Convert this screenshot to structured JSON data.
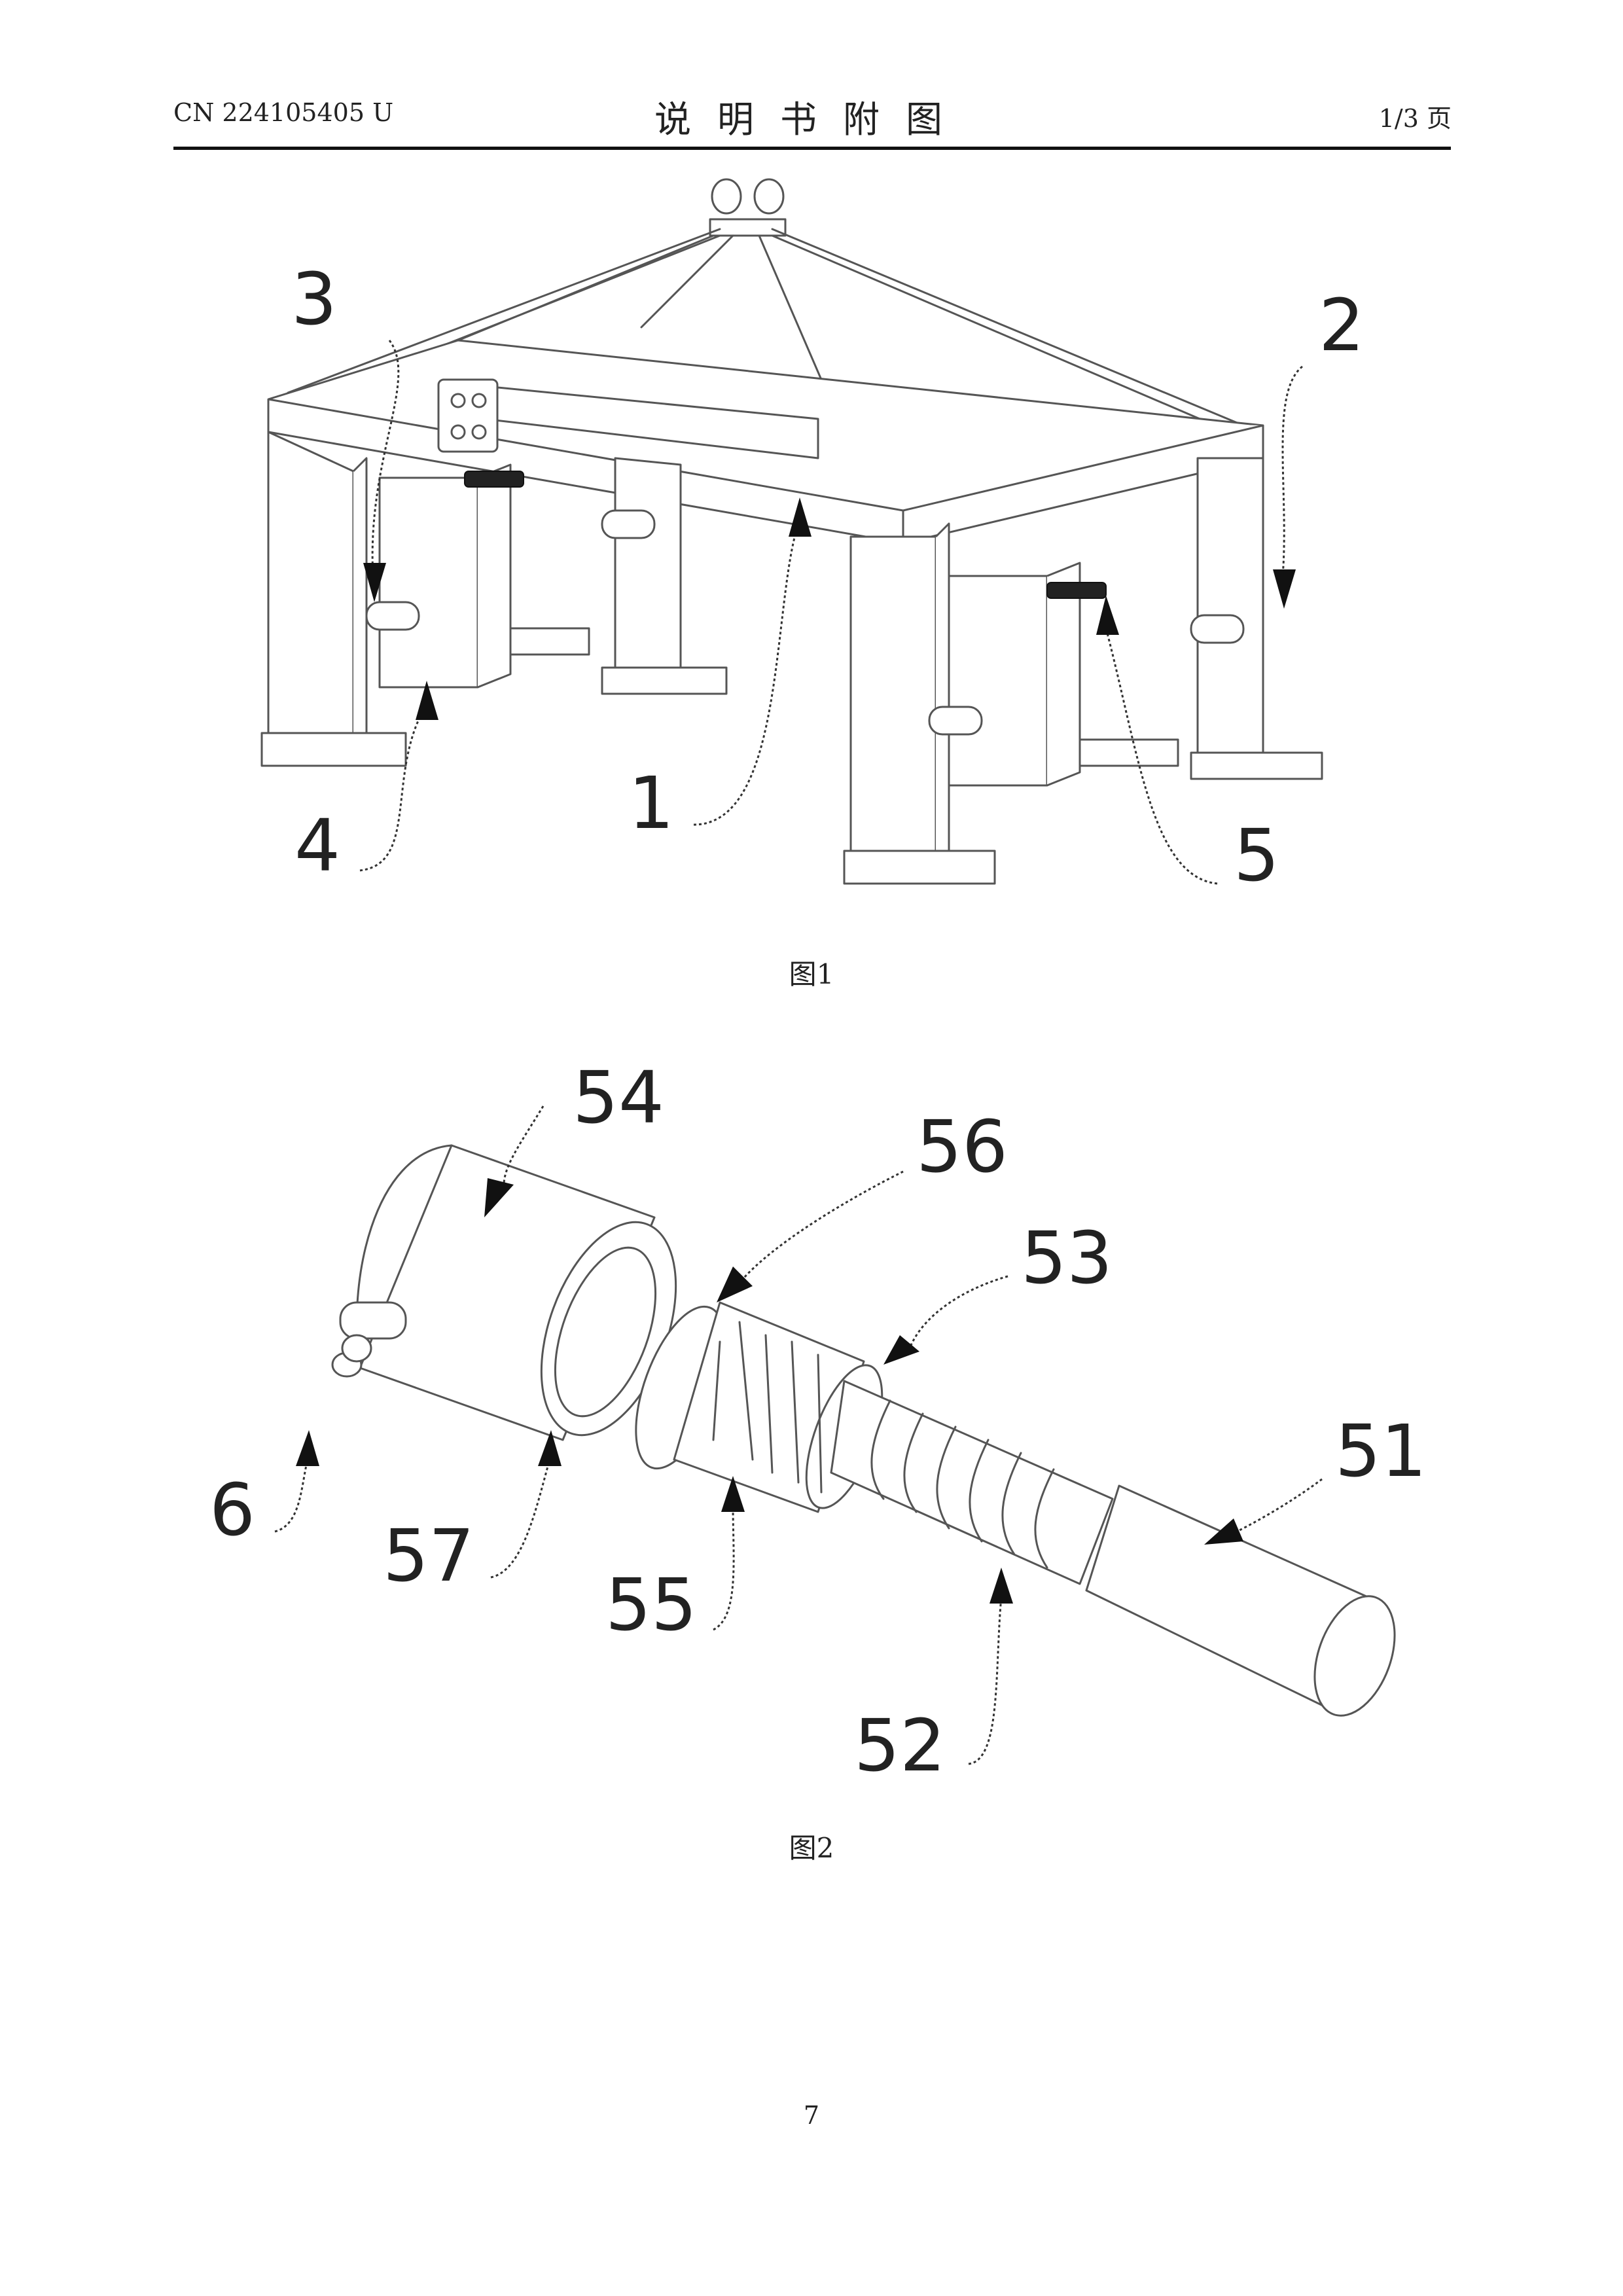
{
  "header": {
    "publication_number": "CN 224105405 U",
    "title": "说明书附图",
    "page_of": "1/3 页"
  },
  "figure1": {
    "caption": "图1",
    "refs": [
      "1",
      "2",
      "3",
      "4",
      "5"
    ]
  },
  "figure2": {
    "caption": "图2",
    "refs": [
      "51",
      "52",
      "53",
      "54",
      "55",
      "56",
      "57",
      "6"
    ]
  },
  "footer": {
    "page_number": "7"
  }
}
